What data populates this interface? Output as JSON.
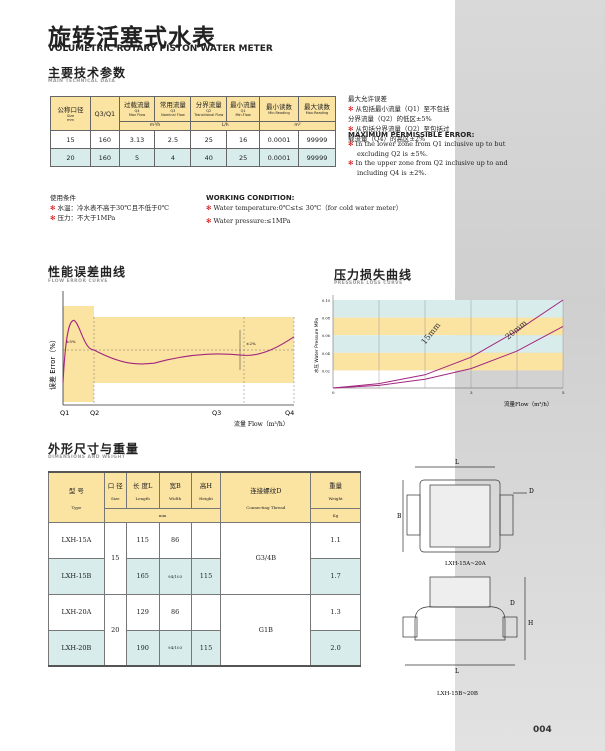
{
  "title_cn": "旋转活塞式水表",
  "title_en": "VOLUMETRIC ROTARY PISTON  WATER METER",
  "tech": {
    "title": "主要技术参数",
    "subtitle": "MAIN TECHNICAL DATA",
    "h_size": "公称口径",
    "h_size_en": "Size",
    "h_size_unit": "mm",
    "h_q3q1": "Q3/Q1",
    "h_q4": "过载流量",
    "h_q4_code": "Q4",
    "h_q4_en": "Max Flow",
    "h_q3": "常用流量",
    "h_q3_code": "Q3",
    "h_q3_en": "Nominal Flow",
    "h_q2": "分界流量",
    "h_q2_code": "Q2",
    "h_q2_en": "Transitional Flow",
    "h_q1": "最小流量",
    "h_q1_code": "Q1",
    "h_q1_en": "Min.Flow",
    "h_min": "最小读数",
    "h_min_en": "Min.Reading",
    "h_max": "最大读数",
    "h_max_en": "Max.Reading",
    "unit_m3h": "m³/h",
    "unit_lh": "L/h",
    "unit_m3": "m³",
    "rows": [
      [
        "15",
        "160",
        "3.13",
        "2.5",
        "25",
        "16",
        "0.0001",
        "99999"
      ],
      [
        "20",
        "160",
        "5",
        "4",
        "40",
        "25",
        "0.0001",
        "99999"
      ]
    ]
  },
  "error": {
    "cn_title": "最大允许误差",
    "cn_lines": [
      "从包括最小流量（Q1）至不包括分界流量（Q2）的低区±5%",
      "从包括分界流量（Q2）至包括过载流量（Q4）的高区±2%"
    ],
    "en_title": "MAXIMUM PERMISSIBLE ERROR:",
    "en_lines": [
      "In the lower zone from Q1 inclusive up to but",
      "excluding Q2 is ±5%.",
      "In the upper zone from Q2 inclusive up to and",
      "including Q4 is ±2%."
    ]
  },
  "usage": {
    "title": "使用条件",
    "lines": [
      "水温：冷水表不高于30℃且不低于0℃",
      "压力：不大于1MPa"
    ]
  },
  "working": {
    "title": "WORKING CONDITION:",
    "lines": [
      "Water temperature:0℃≤t≤ 30℃（for cold water meter）",
      "Water pressure:≤1MPa"
    ]
  },
  "chart_data": [
    {
      "type": "line",
      "title": "性能误差曲线",
      "subtitle": "FLOW ERROR CURVE",
      "xlabel": "流量 Flow（m³/h）",
      "ylabel": "误差 Error（%）",
      "categories": [
        "Q1",
        "Q2",
        "Q3",
        "Q4"
      ],
      "annotations": [
        "±5%",
        "±2%"
      ],
      "series": [
        {
          "values": [
            -5,
            4.5,
            0,
            -2,
            -0.8,
            2
          ]
        }
      ]
    },
    {
      "type": "line",
      "title": "压力损失曲线",
      "subtitle": "PRESSURE LOSS CURVE",
      "xlabel": "流量Flow（m³/h）",
      "ylabel": "水压 Water Pressure MPa",
      "x_ticks": [
        "0",
        "3",
        "5"
      ],
      "y_ticks": [
        "0.10",
        "0.08",
        "0.06",
        "0.04",
        "0.02"
      ],
      "series": [
        {
          "name": "15mm",
          "x": [
            0,
            1,
            2,
            3,
            4,
            5
          ],
          "y": [
            0,
            0.005,
            0.015,
            0.035,
            0.065,
            0.1
          ]
        },
        {
          "name": "20mm",
          "x": [
            0,
            1,
            2,
            3,
            4,
            5
          ],
          "y": [
            0,
            0.003,
            0.01,
            0.022,
            0.042,
            0.07
          ]
        }
      ]
    }
  ],
  "dims": {
    "title": "外形尺寸与重量",
    "subtitle": "DIMENSIONS AND WEIGHT",
    "h_type": "型  号",
    "h_type_en": "Type",
    "h_size": "口 径",
    "h_size_en": "Size",
    "h_len": "长 度L",
    "h_len_en": "Length",
    "h_wid": "宽B",
    "h_wid_en": "Width",
    "h_hgt": "高H",
    "h_hgt_en": "Height",
    "h_thread": "连接螺纹D",
    "h_thread_en": "Connecting Thread",
    "h_wt": "重量",
    "h_wt_en": "Weight",
    "unit_mm": "mm",
    "unit_kg": "Kg",
    "rows": [
      {
        "type": "LXH-15A",
        "len": "115",
        "wid": "86",
        "hgt": "",
        "wt": "1.1"
      },
      {
        "type": "LXH-15B",
        "len": "165",
        "wid": "94/103",
        "hgt": "115",
        "wt": "1.7"
      },
      {
        "type": "LXH-20A",
        "len": "129",
        "wid": "86",
        "hgt": "",
        "wt": "1.3"
      },
      {
        "type": "LXH-20B",
        "len": "190",
        "wid": "94/103",
        "hgt": "115",
        "wt": "2.0"
      }
    ],
    "size15": "15",
    "size20": "20",
    "thread15": "G3/4B",
    "thread20": "G1B"
  },
  "drawing": {
    "top_caption": "LXH-15A~20A",
    "bottom_caption": "LXH-15B~20B",
    "L": "L",
    "B": "B",
    "D": "D",
    "H": "H"
  },
  "page_num": "004"
}
